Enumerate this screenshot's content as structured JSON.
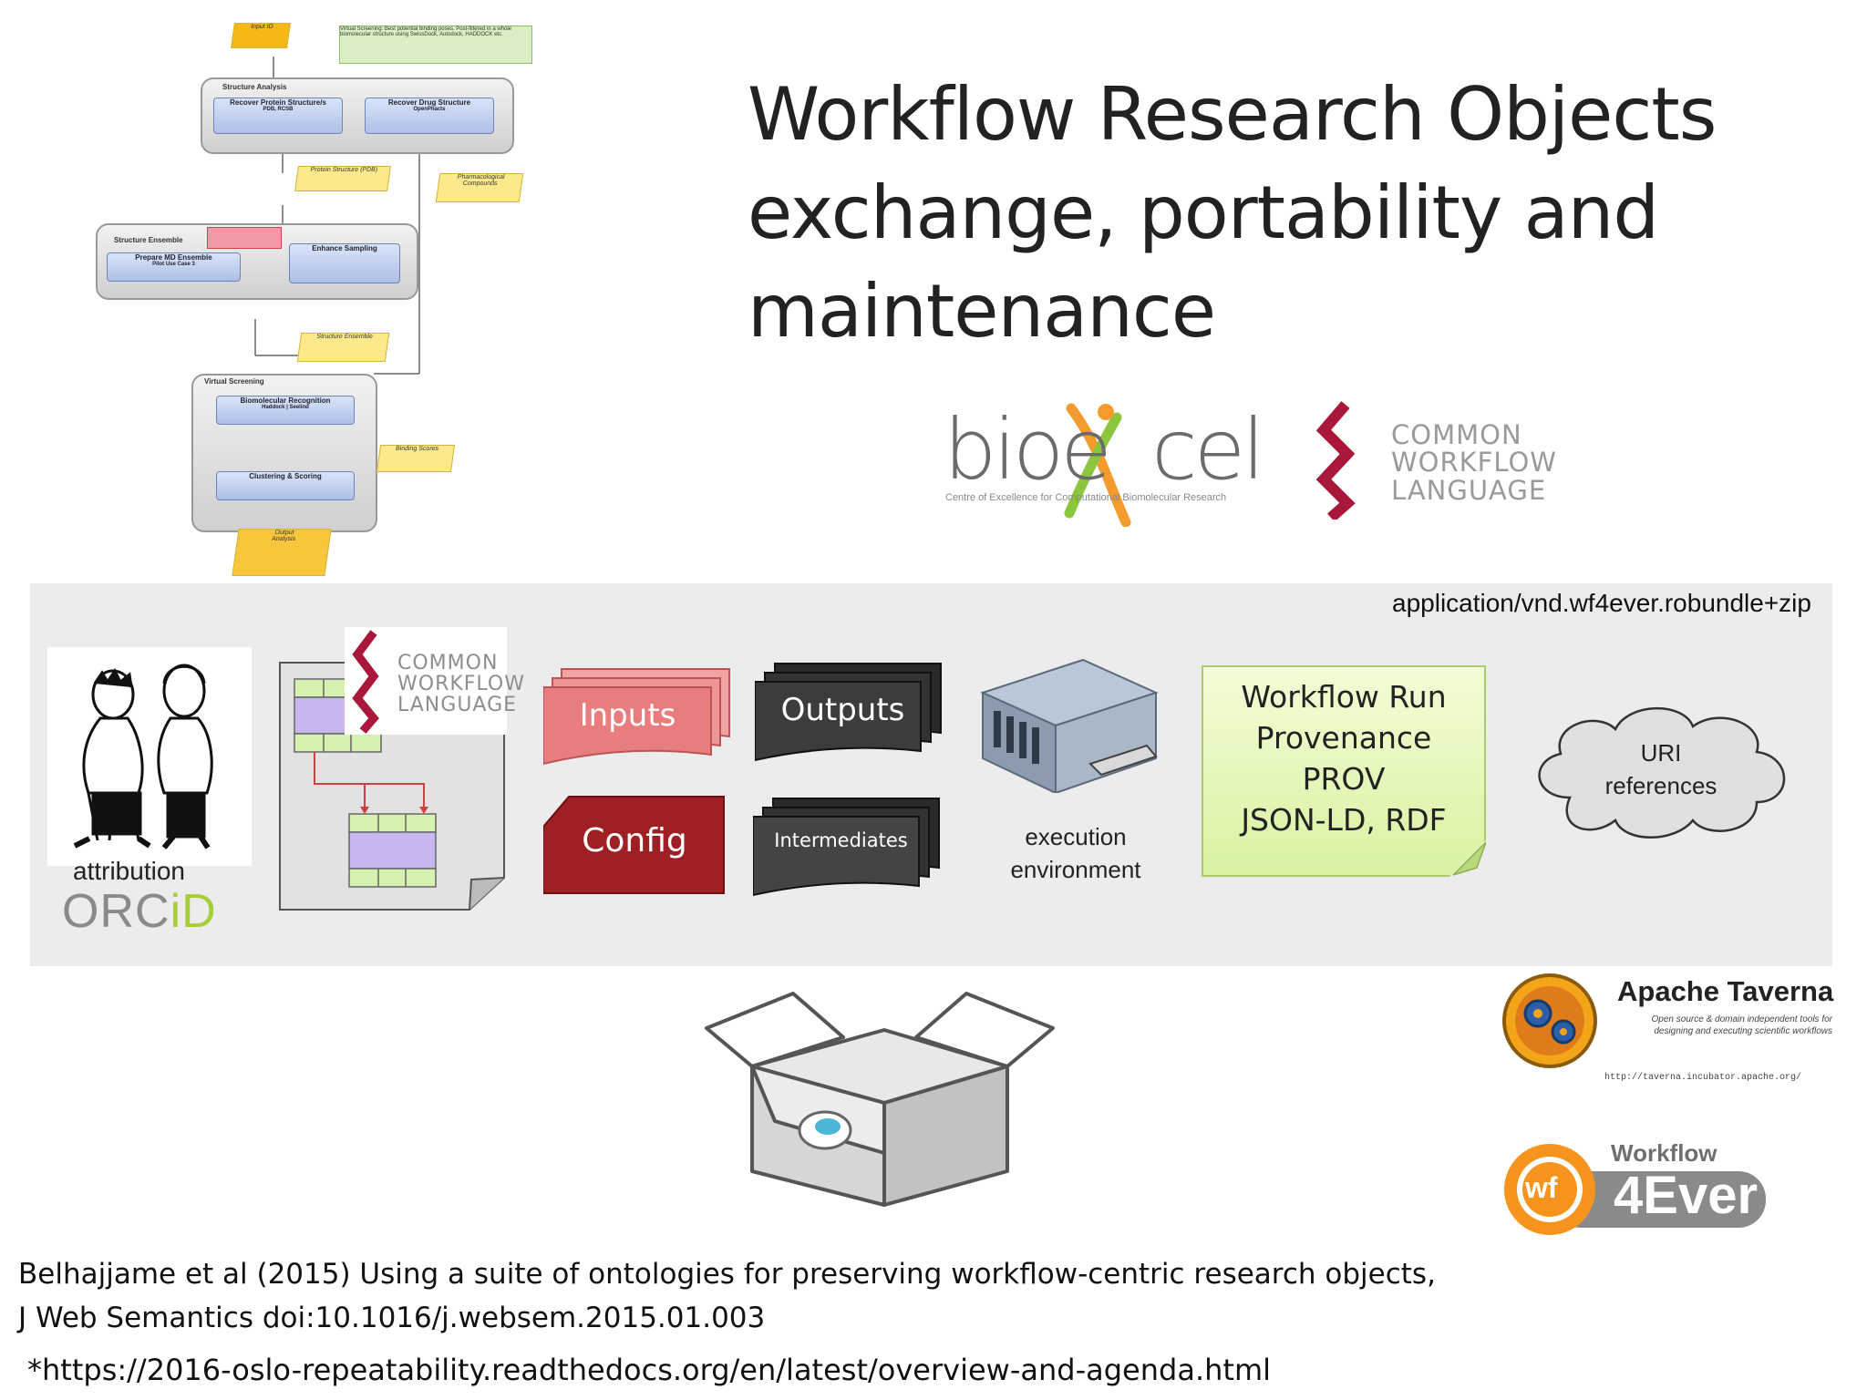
{
  "title": {
    "line1": "Workflow Research Objects",
    "line2": "exchange, portability and",
    "line3": "maintenance"
  },
  "logos": {
    "bioexcel": {
      "name": "bioexcel",
      "tagline": "Centre of Excellence for Computational Biomolecular Research"
    },
    "cwl": {
      "line1": "COMMON",
      "line2": "WORKFLOW",
      "line3": "LANGUAGE"
    },
    "taverna": {
      "title": "Apache Taverna",
      "subtitle": "Open source & domain independent tools for designing and executing scientific workflows",
      "url": "http://taverna.incubator.apache.org/"
    },
    "wf4ever": {
      "badge": "wf",
      "top": "Workflow",
      "bottom": "4Ever"
    }
  },
  "bundle": {
    "mime_type": "application/vnd.wf4ever.robundle+zip",
    "attribution_label": "attribution",
    "orcid_prefix": "ORC",
    "orcid_suffix": "iD",
    "inputs_label": "Inputs",
    "outputs_label": "Outputs",
    "config_label": "Config",
    "intermediates_label": "Intermediates",
    "execution_line1": "execution",
    "execution_line2": "environment",
    "provenance": {
      "line1": "Workflow Run",
      "line2": "Provenance",
      "line3": "PROV",
      "line4": "JSON-LD, RDF"
    },
    "uri_line1": "URI",
    "uri_line2": "references"
  },
  "flowchart": {
    "input_label": "Input ID",
    "note_top": "Virtual Screening: Best potential binding poses. Post-filtered in a whole biomolecular structure using SwissDock, Autodock, HADDOCK etc.",
    "structure_analysis": "Structure Analysis",
    "recover_protein": "Recover Protein Structure/s",
    "recover_drug": "Recover Drug Structure",
    "pdb_label": "PDB, RCSB",
    "open_label": "OpenPhacts",
    "protein_note": "Protein Structure (PDB)",
    "pharma_note": "Pharmacological Compounds",
    "structure_ensemble": "Structure Ensemble",
    "prepare_md": "Prepare MD Ensemble",
    "pilot_case": "Pilot Use Case 3",
    "enhance_sampling": "Enhance Sampling",
    "ensemble_note": "Structure Ensemble",
    "virtual_screening": "Virtual Screening",
    "biomolecular": "Biomolecular Recognition",
    "haddock": "Haddock | Seelind",
    "binding_note": "Binding Scores",
    "clustering": "Clustering & Scoring",
    "output_label": "Output",
    "analysis_label": "Analysis"
  },
  "citation": {
    "line1": "Belhajjame et al (2015) Using a suite of ontologies for preserving workflow-centric research objects,",
    "line2": "J Web Semantics doi:10.1016/j.websem.2015.01.003"
  },
  "footnote_url": "*https://2016-oslo-repeatability.readthedocs.org/en/latest/overview-and-agenda.html",
  "colors": {
    "inputs": "#e97c7c",
    "config": "#9e1f24",
    "outputs": "#3c3c3c",
    "prov_bg": "#e6f7b8",
    "cwl_red": "#a9183a",
    "band": "#ececec"
  }
}
